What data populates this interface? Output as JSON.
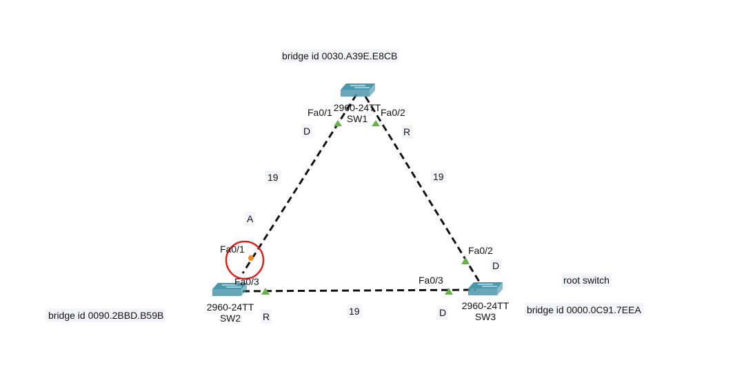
{
  "colors": {
    "link": "#111111",
    "port_up": "#6ab04c",
    "port_blocking": "#f08a24",
    "highlight_circle": "#e0201b",
    "switch_body": "#4a97ab",
    "label_bg": "#f4f5fa"
  },
  "switches": {
    "sw1": {
      "model": "2960-24TT",
      "name": "SW1",
      "bridge_id": "bridge id  0030.A39E.E8CB",
      "icon": "switch-icon"
    },
    "sw2": {
      "model": "2960-24TT",
      "name": "SW2",
      "bridge_id": "bridge id  0090.2BBD.B59B",
      "icon": "switch-icon"
    },
    "sw3": {
      "model": "2960-24TT",
      "name": "SW3",
      "bridge_id": "bridge id  0000.0C91.7EEA",
      "role_note": "root switch",
      "icon": "switch-icon"
    }
  },
  "links": {
    "sw1_sw2": {
      "cost": "19",
      "sw1_port": "Fa0/1",
      "sw1_role": "D",
      "sw2_port": "Fa0/1",
      "sw2_role": "A",
      "sw2_state": "blocking"
    },
    "sw1_sw3": {
      "cost": "19",
      "sw1_port": "Fa0/2",
      "sw1_role": "R",
      "sw3_port": "Fa0/2",
      "sw3_role": "D"
    },
    "sw2_sw3": {
      "cost": "19",
      "sw2_port": "Fa0/3",
      "sw2_role": "R",
      "sw3_port": "Fa0/3",
      "sw3_role": "D"
    }
  }
}
